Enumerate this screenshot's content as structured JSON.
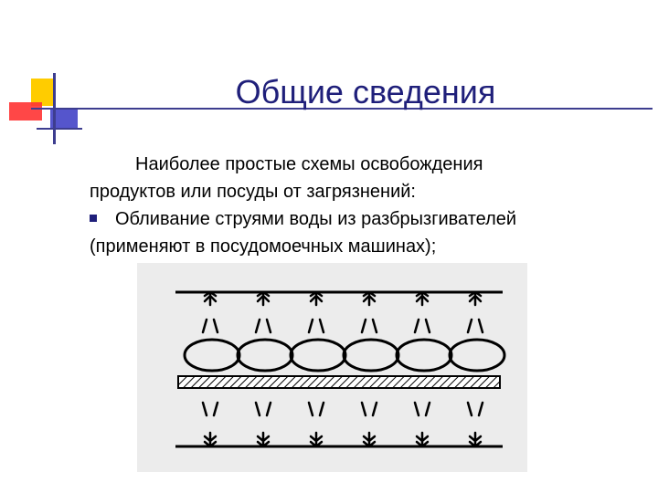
{
  "slide": {
    "title": "Общие сведения",
    "paragraph_line1": "Наиболее простые схемы освобождения",
    "paragraph_line2": "продуктов или посуды от загрязнений:",
    "bullet_line1": "Обливание струями воды из разбрызгивателей",
    "bullet_line2": "(применяют в посудомоечных машинах);"
  },
  "colors": {
    "title": "#1f1f7a",
    "logo_yellow": "#ffcc00",
    "logo_red": "#ff3333",
    "logo_blue": "#5555cc",
    "diagram_background": "#ececec"
  },
  "diagram": {
    "sprayer_count_top": 6,
    "sprayer_count_bottom": 6,
    "item_count": 6
  }
}
